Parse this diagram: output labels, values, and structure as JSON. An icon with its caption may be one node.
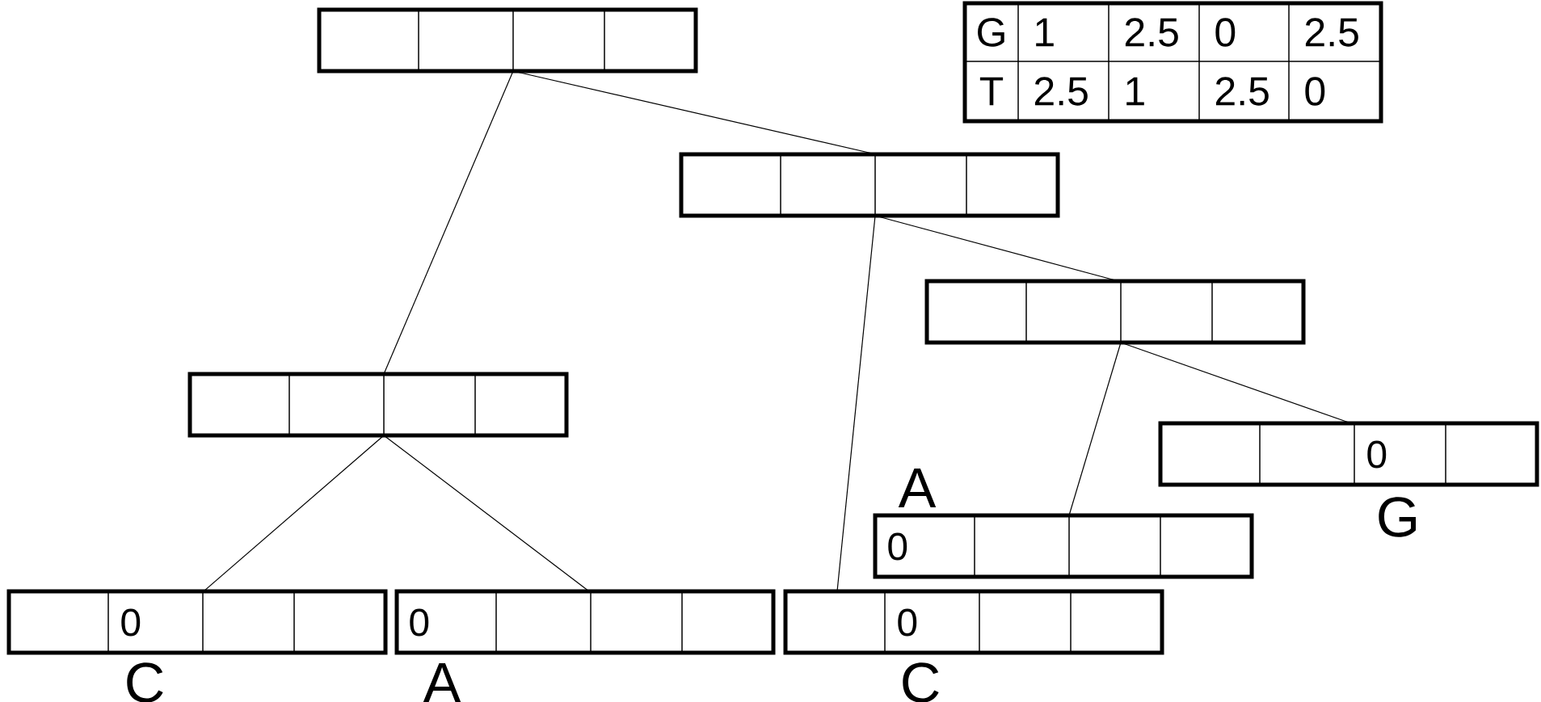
{
  "diagram": {
    "nodes": [
      {
        "text": [],
        "shape": "box"
      },
      {
        "text": [],
        "shape": "box"
      },
      {
        "text": [],
        "shape": "box"
      },
      {
        "text": [],
        "shape": "box"
      },
      {
        "text": [
          "0"
        ],
        "beside": [
          "G"
        ]
      },
      {
        "text": [
          "0"
        ],
        "beside": [
          "A"
        ]
      },
      {
        "text": [
          "0"
        ],
        "beside": [
          "C"
        ]
      },
      {
        "text": [
          "0"
        ],
        "beside": [
          "A"
        ]
      },
      {
        "text": [
          "0"
        ],
        "beside": [
          "C"
        ]
      }
    ],
    "edges": [
      {
        "from": 0,
        "to": 3,
        "arrow": "none"
      },
      {
        "from": 0,
        "to": 1,
        "arrow": "none"
      },
      {
        "from": 1,
        "to": 8,
        "arrow": "none"
      },
      {
        "from": 1,
        "to": 2,
        "arrow": "none"
      },
      {
        "from": 2,
        "to": 5,
        "arrow": "none"
      },
      {
        "from": 2,
        "to": 4,
        "arrow": "none"
      },
      {
        "from": 3,
        "to": 6,
        "arrow": "none"
      },
      {
        "from": 3,
        "to": 7,
        "arrow": "none"
      }
    ],
    "labels": [
      "G",
      "1",
      "2.5",
      "0",
      "2.5",
      "T",
      "2.5",
      "1",
      "2.5",
      "0"
    ]
  }
}
